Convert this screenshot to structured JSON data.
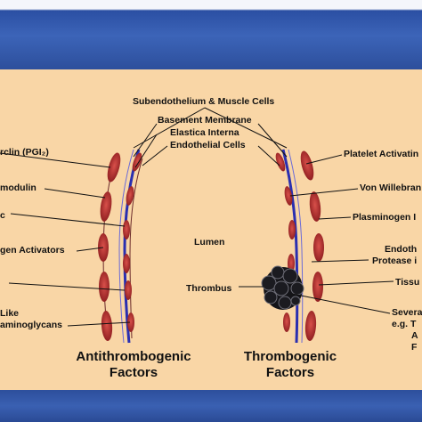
{
  "labels": {
    "subendothelium": "Subendothelium & Muscle Cells",
    "basement": "Basement Membrane",
    "elastica": "Elastica Interna",
    "endothelial": "Endothelial Cells",
    "lumen": "Lumen",
    "thrombus": "Thrombus"
  },
  "left_labels": [
    "rclin (PGI₂)",
    "modulin",
    "c",
    "gen Activators",
    "",
    "Like",
    "aminoglycans"
  ],
  "right_labels": [
    "Platelet Activatin",
    "Von Willebran",
    "Plasminogen I",
    "Endoth",
    "Protease i",
    "Tissu",
    "Severa",
    "e.g. T",
    "A",
    "F"
  ],
  "captions": {
    "left_line1": "Antithrombogenic",
    "left_line2": "Factors",
    "right_line1": "Thrombogenic",
    "right_line2": "Factors"
  },
  "colors": {
    "panel": "#f9d6a6",
    "band": "#2d4f9c",
    "cell": "#b32a2a",
    "membrane": "#2a2fb0"
  }
}
